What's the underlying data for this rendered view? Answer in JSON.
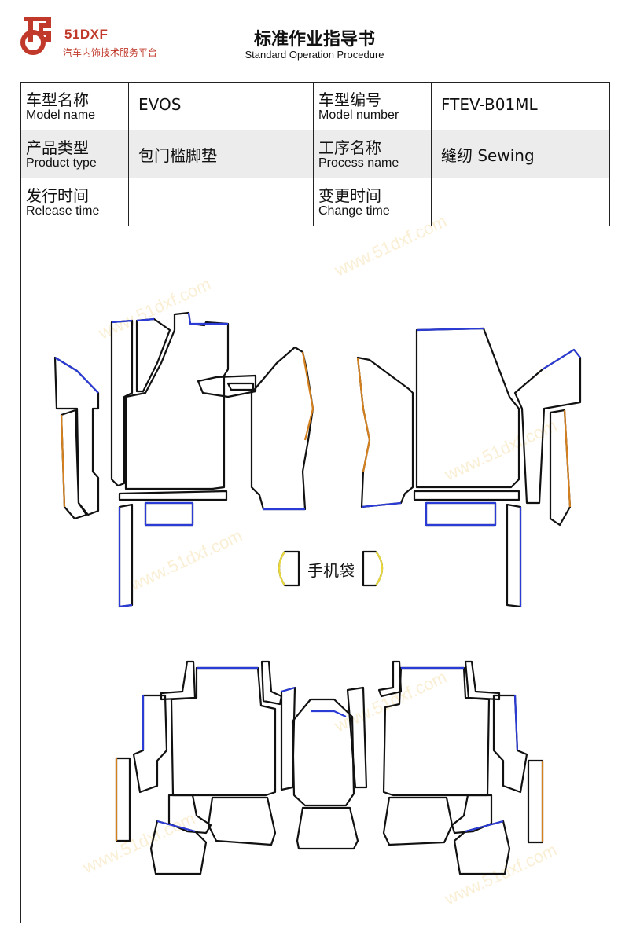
{
  "brand": {
    "name": "51DXF",
    "subtitle": "汽车内饰技术服务平台",
    "logo_icon": "df-logo-icon",
    "accent": "#c0392b"
  },
  "document": {
    "title": "标准作业指导书",
    "subtitle": "Standard Operation Procedure"
  },
  "info": {
    "model_name": {
      "cn": "车型名称",
      "en": "Model name",
      "value": "EVOS"
    },
    "model_number": {
      "cn": "车型编号",
      "en": "Model number",
      "value": "FTEV-B01ML"
    },
    "product_type": {
      "cn": "产品类型",
      "en": "Product type",
      "value": "包门槛脚垫"
    },
    "process_name": {
      "cn": "工序名称",
      "en": "Process name",
      "value": "缝纫 Sewing"
    },
    "release_time": {
      "cn": "发行时间",
      "en": "Release time",
      "value": ""
    },
    "change_time": {
      "cn": "变更时间",
      "en": "Change time",
      "value": ""
    }
  },
  "drawing": {
    "pocket_label": "手机袋",
    "colors": {
      "outline": "#111111",
      "blue_edge": "#2a3bd6",
      "orange_edge": "#d4801e",
      "yellow_edge": "#e8d83a"
    }
  },
  "watermark": "www.51dxf.com"
}
